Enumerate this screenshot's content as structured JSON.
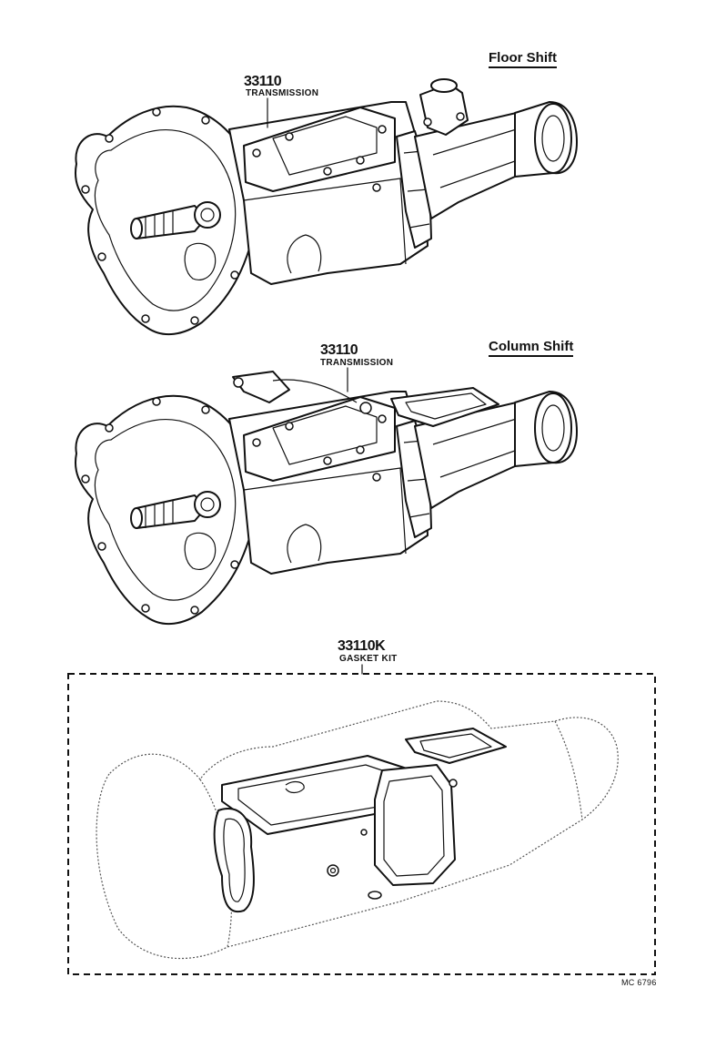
{
  "figures": [
    {
      "id": "floor",
      "header": "Floor Shift",
      "part_number": "33110",
      "part_name": "TRANSMISSION"
    },
    {
      "id": "column",
      "header": "Column Shift",
      "part_number": "33110",
      "part_name": "TRANSMISSION"
    }
  ],
  "gasket": {
    "part_number": "33110K",
    "part_name": "GASKET KIT"
  },
  "footer": {
    "code": "MC 6796"
  }
}
